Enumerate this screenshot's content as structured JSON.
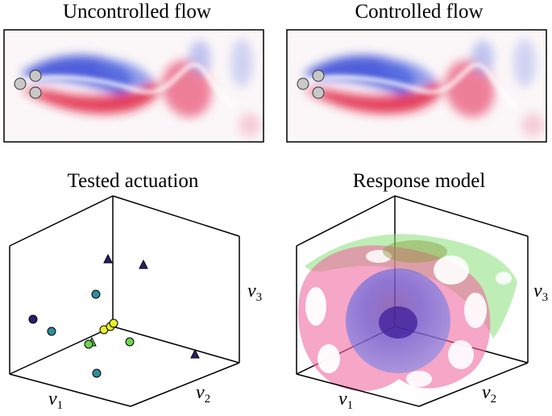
{
  "panels": {
    "uncontrolled": {
      "title": "Uncontrolled flow"
    },
    "controlled": {
      "title": "Controlled flow"
    },
    "tested": {
      "title": "Tested actuation",
      "axes": {
        "x": {
          "var": "v",
          "sub": "1"
        },
        "y": {
          "var": "v",
          "sub": "2"
        },
        "z": {
          "var": "v",
          "sub": "3"
        }
      }
    },
    "response": {
      "title": "Response model",
      "axes": {
        "x": {
          "var": "v",
          "sub": "1"
        },
        "y": {
          "var": "v",
          "sub": "2"
        },
        "z": {
          "var": "v",
          "sub": "3"
        }
      }
    }
  },
  "colors": {
    "vortex_positive": "#3347d6",
    "vortex_negative": "#e0223f",
    "cylinder_fill": "#c8c8c8",
    "marker_dark": "#2b1d6e",
    "marker_teal": "#2d8f9c",
    "marker_green": "#6fd44d",
    "marker_yellow": "#e9f02a",
    "surface_green": "#88e07a",
    "surface_pink": "#f06aa0",
    "surface_blue": "#3a4ee0"
  },
  "legend_icons": [
    "cylinder-icon"
  ]
}
